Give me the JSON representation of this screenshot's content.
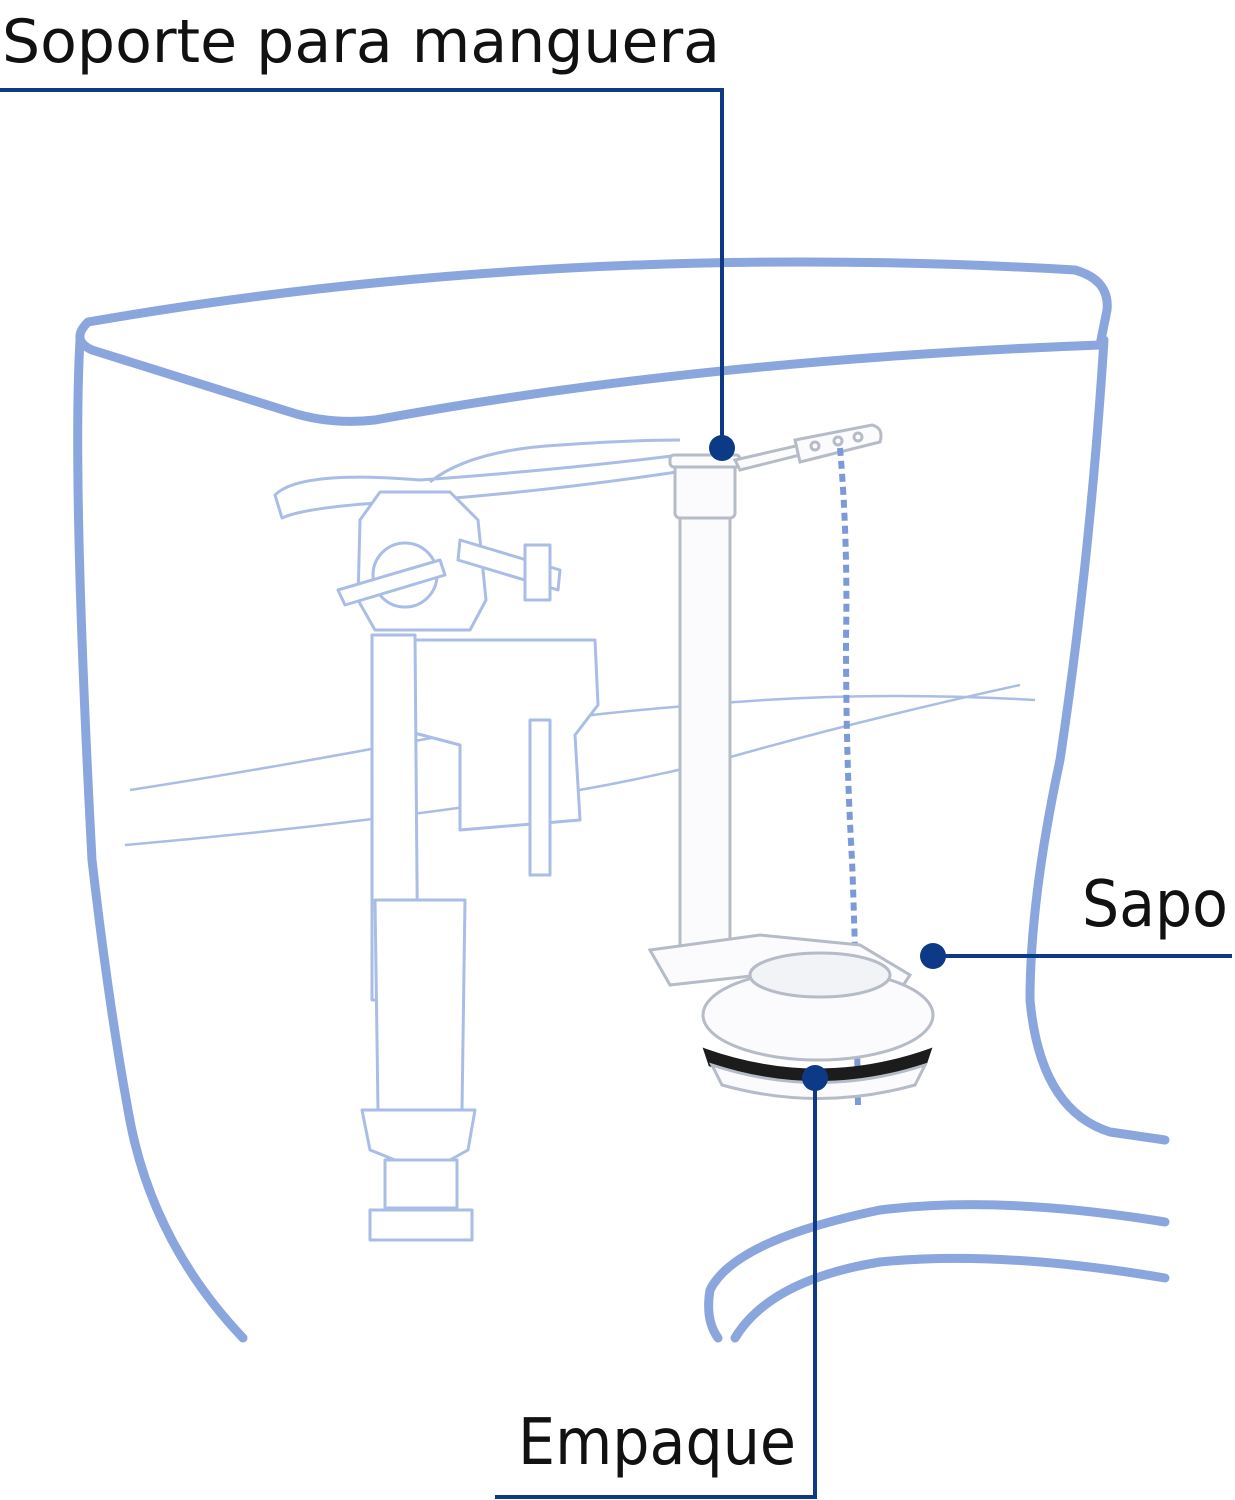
{
  "labels": {
    "hose_support": "Soporte para manguera",
    "flapper": "Sapo",
    "gasket": "Empaque"
  },
  "colors": {
    "leader_line": "#0d3a86",
    "tank_outline": "#8ba6dc",
    "fill_valve_outline": "#a9bde6",
    "part_outline": "#b6bcc7",
    "part_fill": "#fbfbfd",
    "chain": "#7d9ad8",
    "gasket": "#1c1c1c",
    "text": "#111111"
  }
}
